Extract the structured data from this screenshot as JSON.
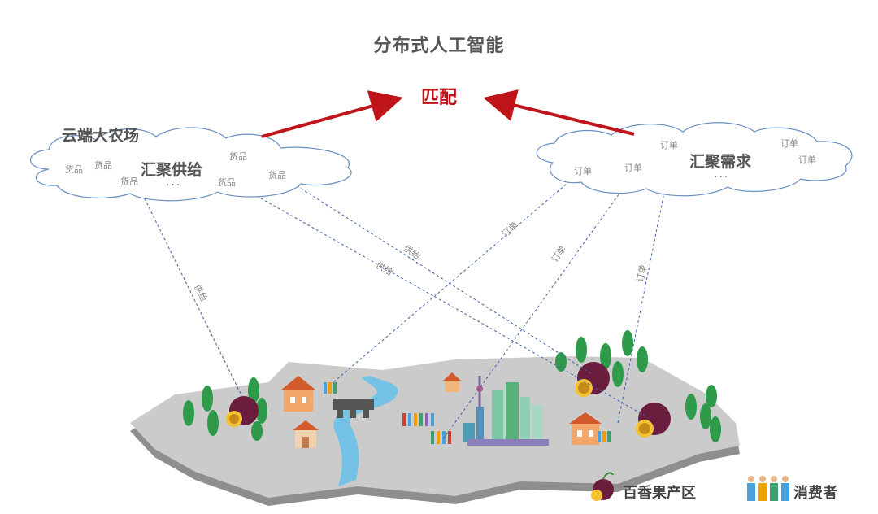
{
  "title": "分布式人工智能",
  "match_label": "匹配",
  "farm_title": "云端大农场",
  "supply_cloud": {
    "label": "汇聚供给",
    "items": [
      "货品",
      "货品",
      "货品",
      "货品",
      "货品",
      "货品"
    ],
    "ellipsis": "···"
  },
  "demand_cloud": {
    "label": "汇聚需求",
    "items": [
      "订单",
      "订单",
      "订单",
      "订单",
      "订单"
    ],
    "ellipsis": "···"
  },
  "link_labels": {
    "supply_1": "供给",
    "supply_2": "供给",
    "supply_3": "供给",
    "order_1": "订单",
    "order_2": "订单",
    "order_3": "订单"
  },
  "legend": {
    "production_area": "百香果产区",
    "consumer": "消费者"
  },
  "colors": {
    "arrow": "#c0141b",
    "dashed_line": "#3b5fb0",
    "map_top": "#c8c8c8",
    "map_side": "#8e8e8e",
    "river": "#74c2e6",
    "tree": "#2e9a4a",
    "fruit": "#6b1d3e"
  }
}
